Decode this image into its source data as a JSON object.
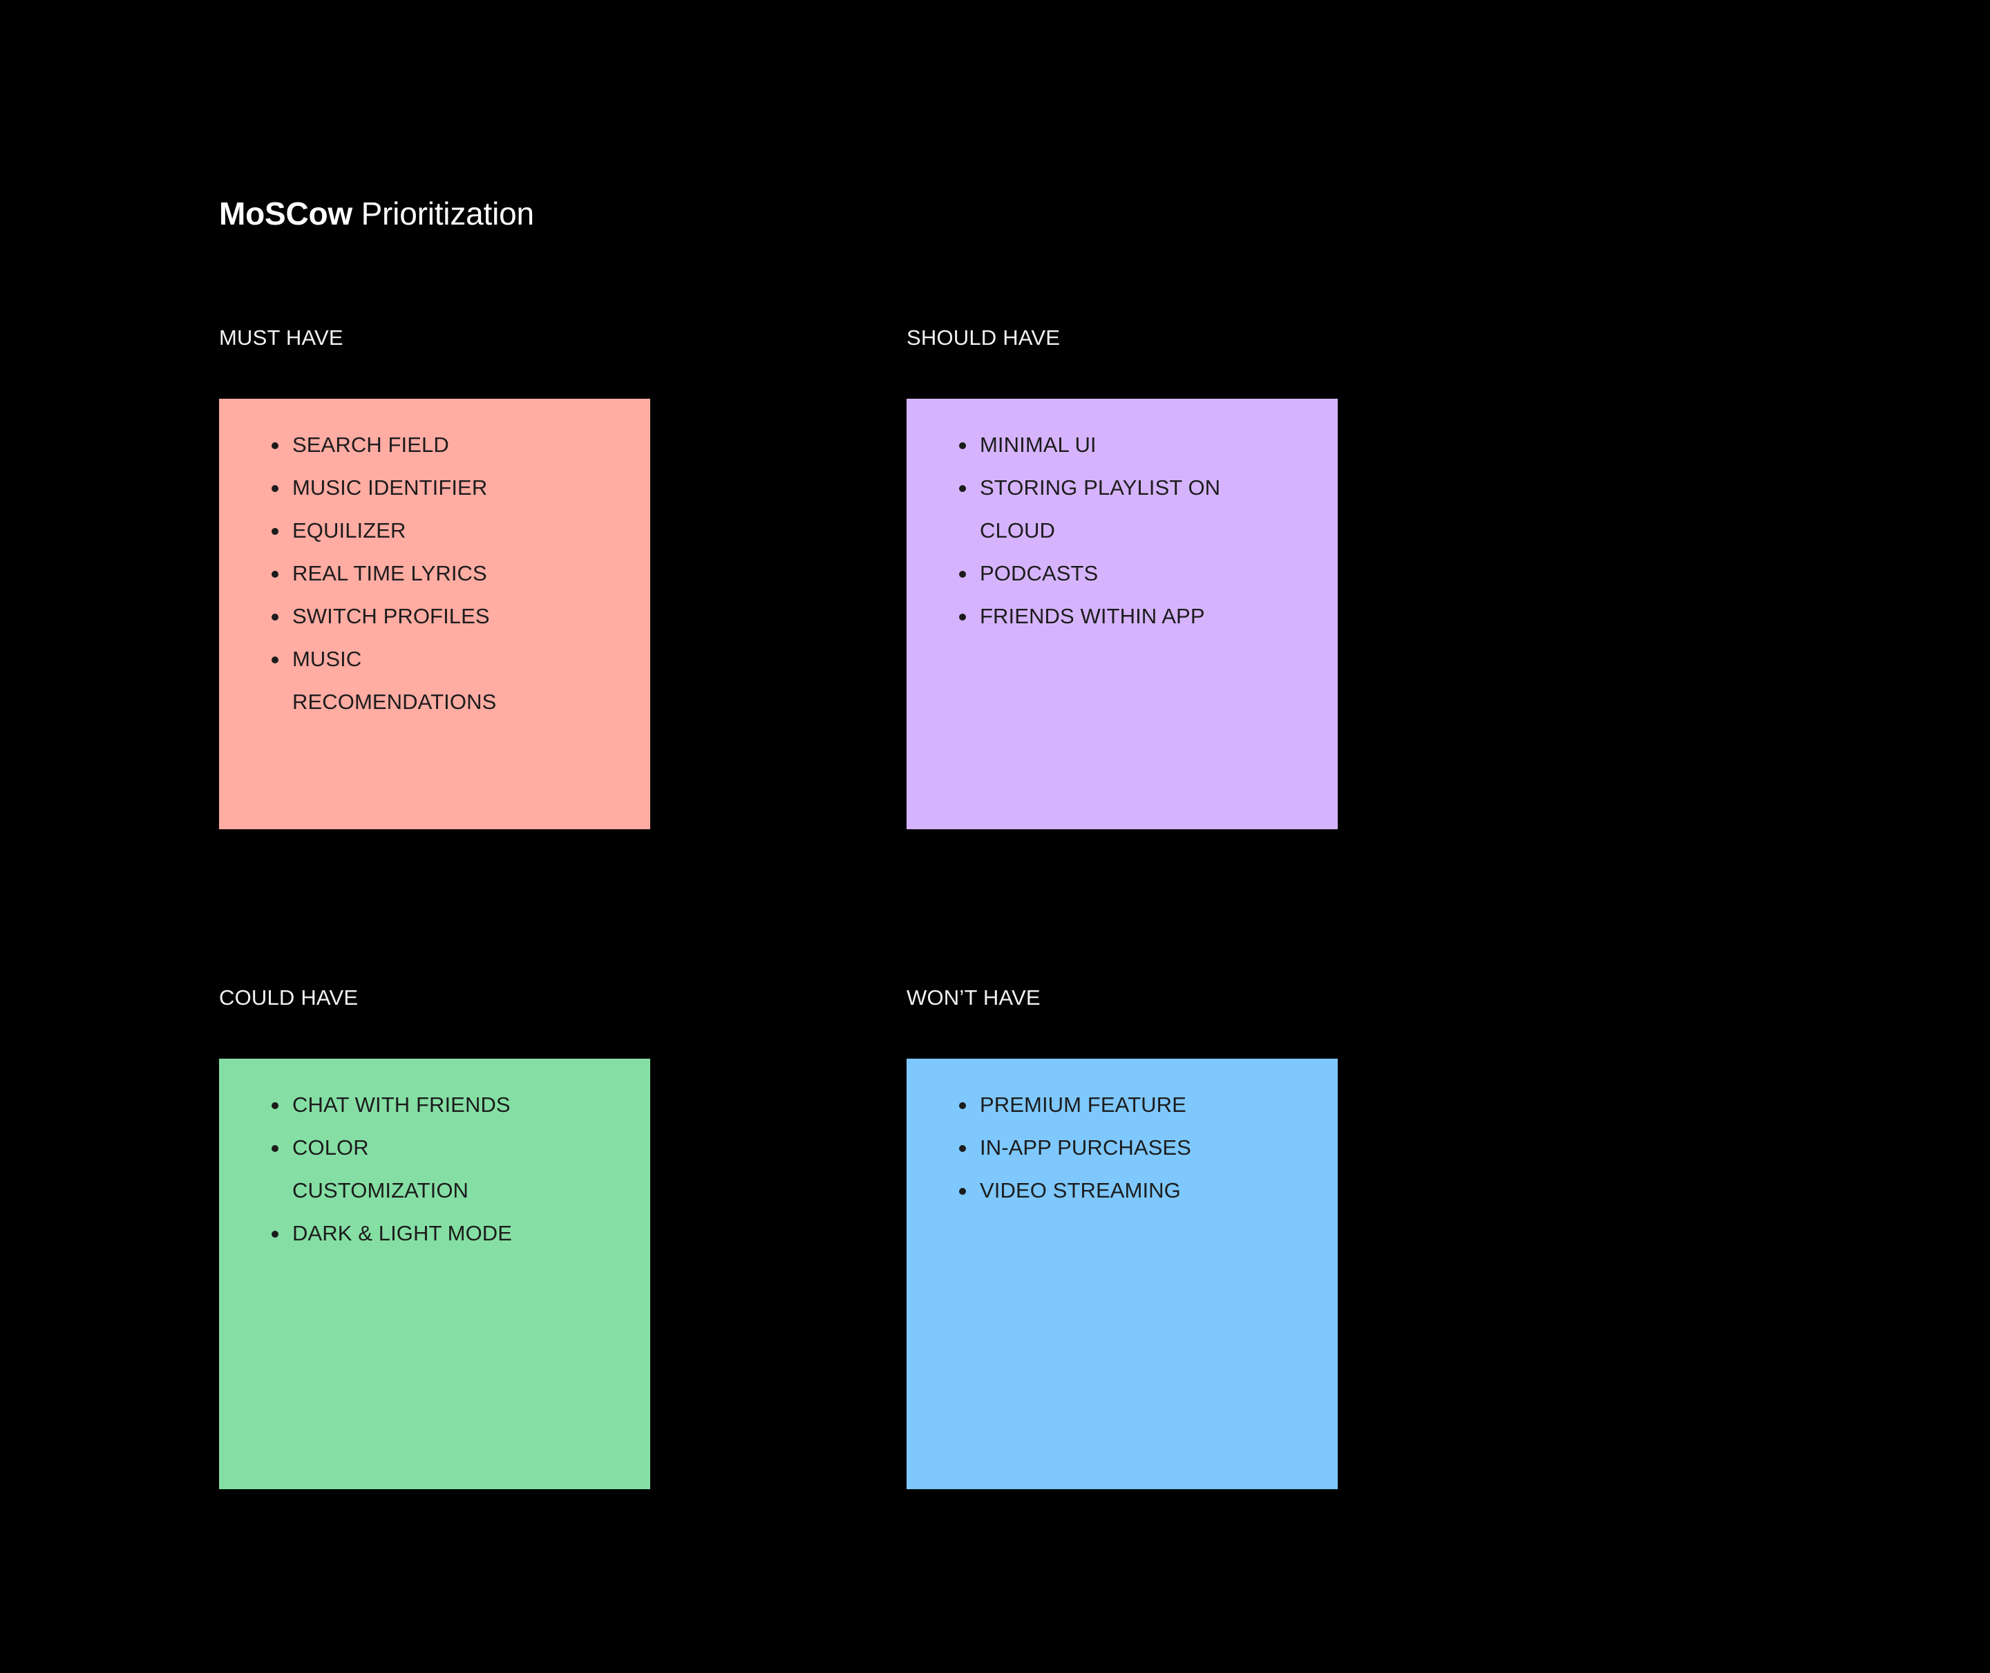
{
  "page": {
    "background_color": "#000000",
    "title_bold": "MoSCow",
    "title_regular": " Prioritization"
  },
  "quadrants": [
    {
      "key": "must-have",
      "label": "MUST HAVE",
      "color": "#ffaca3",
      "items": [
        {
          "text": "SEARCH FIELD",
          "lines": [
            "SEARCH FIELD"
          ]
        },
        {
          "text": "MUSIC IDENTIFIER",
          "lines": [
            "MUSIC IDENTIFIER"
          ]
        },
        {
          "text": "EQUILIZER",
          "lines": [
            "EQUILIZER"
          ]
        },
        {
          "text": "REAL TIME LYRICS",
          "lines": [
            "REAL TIME LYRICS"
          ]
        },
        {
          "text": "SWITCH PROFILES",
          "lines": [
            "SWITCH PROFILES"
          ]
        },
        {
          "text": "MUSIC RECOMENDATIONS",
          "lines": [
            "MUSIC",
            "RECOMENDATIONS"
          ]
        }
      ]
    },
    {
      "key": "should-have",
      "label": "SHOULD HAVE",
      "color": "#d6b4fd",
      "items": [
        {
          "text": "MINIMAL UI",
          "lines": [
            "MINIMAL UI"
          ]
        },
        {
          "text": "STORING PLAYLIST ON CLOUD",
          "lines": [
            "STORING PLAYLIST ON",
            "CLOUD"
          ]
        },
        {
          "text": "PODCASTS",
          "lines": [
            "PODCASTS"
          ]
        },
        {
          "text": "FRIENDS WITHIN APP",
          "lines": [
            "FRIENDS WITHIN APP"
          ]
        }
      ]
    },
    {
      "key": "could-have",
      "label": "COULD HAVE",
      "color": "#85dfa4",
      "items": [
        {
          "text": "CHAT WITH FRIENDS",
          "lines": [
            "CHAT WITH FRIENDS"
          ]
        },
        {
          "text": "COLOR CUSTOMIZATION",
          "lines": [
            "COLOR",
            "CUSTOMIZATION"
          ]
        },
        {
          "text": "DARK & LIGHT MODE",
          "lines": [
            "DARK & LIGHT MODE"
          ]
        }
      ]
    },
    {
      "key": "wont-have",
      "label": "WON’T HAVE",
      "color": "#7ec8fd",
      "items": [
        {
          "text": "PREMIUM FEATURE",
          "lines": [
            "PREMIUM FEATURE"
          ]
        },
        {
          "text": "IN-APP PURCHASES",
          "lines": [
            "IN-APP PURCHASES"
          ]
        },
        {
          "text": "VIDEO STREAMING",
          "lines": [
            "VIDEO STREAMING"
          ]
        }
      ]
    }
  ]
}
